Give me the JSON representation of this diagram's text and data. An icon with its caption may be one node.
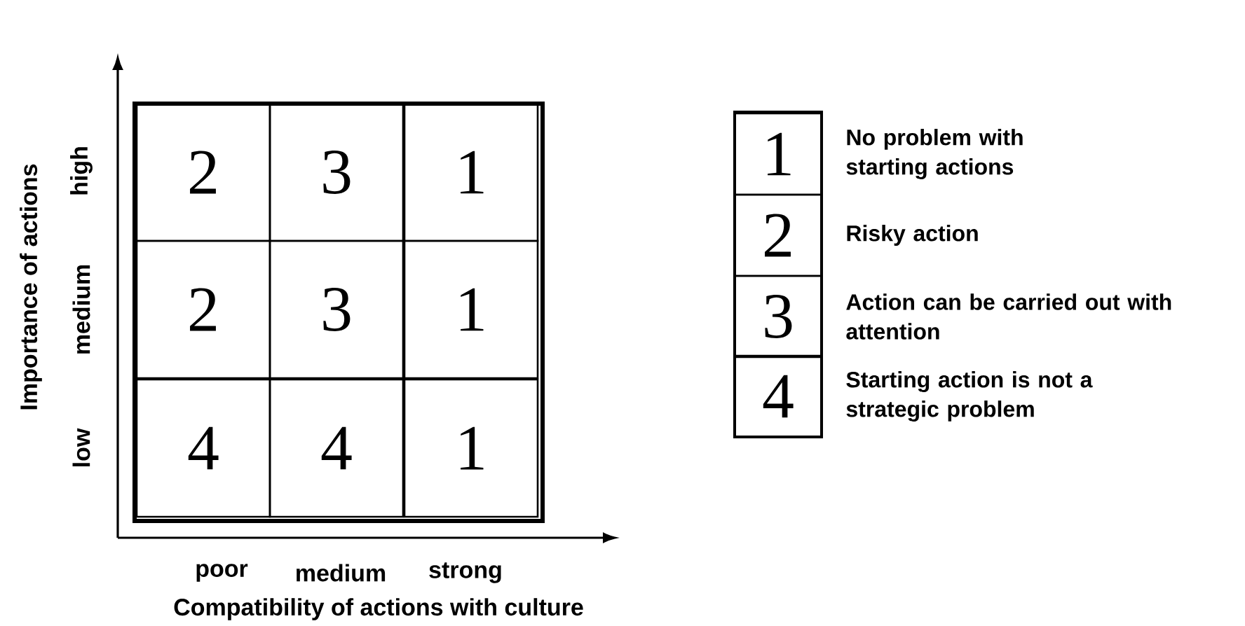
{
  "diagram": {
    "nodes": [
      {
        "text": [
          "2"
        ]
      },
      {
        "text": [
          "3"
        ]
      },
      {
        "text": [
          "1"
        ]
      },
      {
        "text": [
          "2"
        ]
      },
      {
        "text": [
          "3"
        ]
      },
      {
        "text": [
          "1"
        ]
      },
      {
        "text": [
          "4"
        ]
      },
      {
        "text": [
          "4"
        ]
      },
      {
        "text": [
          "1"
        ]
      },
      {
        "text": [
          "1"
        ],
        "beside": [
          "No problem with starting actions"
        ]
      },
      {
        "text": [
          "2"
        ],
        "beside": [
          "Risky action"
        ]
      },
      {
        "text": [
          "3"
        ],
        "beside": [
          "Action can be carried out with attention"
        ]
      },
      {
        "text": [
          "4"
        ],
        "beside": [
          "Starting action is not a strategic problem"
        ]
      }
    ],
    "labels": [
      "Importance of actions",
      "high",
      "medium",
      "low",
      "poor",
      "medium",
      "strong",
      "Compatibility of actions with culture"
    ]
  }
}
